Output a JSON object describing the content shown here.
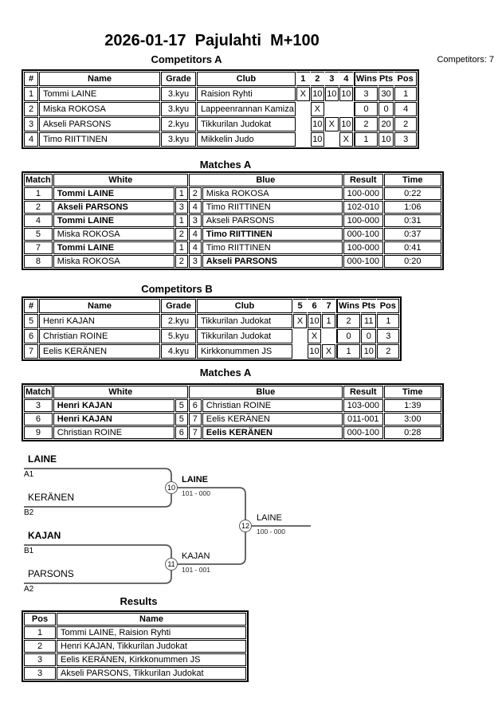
{
  "page": {
    "title": "2026-01-17  Pajulahti  M+100",
    "competitors_count_label": "Competitors: 7"
  },
  "competitors_a": {
    "heading": "Competitors A",
    "headers": [
      "#",
      "Name",
      "Grade",
      "Club",
      "1",
      "2",
      "3",
      "4",
      "Wins",
      "Pts",
      "Pos"
    ],
    "rows": [
      {
        "num": "1",
        "name": "Tommi LAINE",
        "grade": "3.kyu",
        "club": "Raision Ryhti",
        "cells": [
          "X",
          "10",
          "10",
          "10"
        ],
        "wins": "3",
        "pts": "30",
        "pos": "1"
      },
      {
        "num": "2",
        "name": "Miska ROKOSA",
        "grade": "3.kyu",
        "club": "Lappeenrannan Kamiza",
        "cells": [
          "",
          "X",
          "",
          ""
        ],
        "wins": "0",
        "pts": "0",
        "pos": "4"
      },
      {
        "num": "3",
        "name": "Akseli PARSONS",
        "grade": "2.kyu",
        "club": "Tikkurilan Judokat",
        "cells": [
          "",
          "10",
          "X",
          "10"
        ],
        "wins": "2",
        "pts": "20",
        "pos": "2"
      },
      {
        "num": "4",
        "name": "Timo RIITTINEN",
        "grade": "3.kyu",
        "club": "Mikkelin Judo",
        "cells": [
          "",
          "10",
          "",
          "X"
        ],
        "wins": "1",
        "pts": "10",
        "pos": "3"
      }
    ]
  },
  "matches_a": {
    "heading": "Matches A",
    "headers": [
      "Match",
      "White",
      "Blue",
      "Result",
      "Time"
    ],
    "rows": [
      {
        "match": "1",
        "white": "Tommi LAINE",
        "white_bold": true,
        "wn": "1",
        "bn": "2",
        "blue": "Miska ROKOSA",
        "blue_bold": false,
        "result": "100-000",
        "time": "0:22"
      },
      {
        "match": "2",
        "white": "Akseli PARSONS",
        "white_bold": true,
        "wn": "3",
        "bn": "4",
        "blue": "Timo RIITTINEN",
        "blue_bold": false,
        "result": "102-010",
        "time": "1:06"
      },
      {
        "match": "4",
        "white": "Tommi LAINE",
        "white_bold": true,
        "wn": "1",
        "bn": "3",
        "blue": "Akseli PARSONS",
        "blue_bold": false,
        "result": "100-000",
        "time": "0:31"
      },
      {
        "match": "5",
        "white": "Miska ROKOSA",
        "white_bold": false,
        "wn": "2",
        "bn": "4",
        "blue": "Timo RIITTINEN",
        "blue_bold": true,
        "result": "000-100",
        "time": "0:37"
      },
      {
        "match": "7",
        "white": "Tommi LAINE",
        "white_bold": true,
        "wn": "1",
        "bn": "4",
        "blue": "Timo RIITTINEN",
        "blue_bold": false,
        "result": "100-000",
        "time": "0:41"
      },
      {
        "match": "8",
        "white": "Miska ROKOSA",
        "white_bold": false,
        "wn": "2",
        "bn": "3",
        "blue": "Akseli PARSONS",
        "blue_bold": true,
        "result": "000-100",
        "time": "0:20"
      }
    ]
  },
  "competitors_b": {
    "heading": "Competitors B",
    "headers": [
      "#",
      "Name",
      "Grade",
      "Club",
      "5",
      "6",
      "7",
      "Wins",
      "Pts",
      "Pos"
    ],
    "rows": [
      {
        "num": "5",
        "name": "Henri KAJAN",
        "grade": "2.kyu",
        "club": "Tikkurilan Judokat",
        "cells": [
          "X",
          "10",
          "1"
        ],
        "wins": "2",
        "pts": "11",
        "pos": "1"
      },
      {
        "num": "6",
        "name": "Christian ROINE",
        "grade": "5.kyu",
        "club": "Tikkurilan Judokat",
        "cells": [
          "",
          "X",
          ""
        ],
        "wins": "0",
        "pts": "0",
        "pos": "3"
      },
      {
        "num": "7",
        "name": "Eelis KERÄNEN",
        "grade": "4.kyu",
        "club": "Kirkkonummen JS",
        "cells": [
          "",
          "10",
          "X"
        ],
        "wins": "1",
        "pts": "10",
        "pos": "2"
      }
    ]
  },
  "matches_b": {
    "heading": "Matches A",
    "headers": [
      "Match",
      "White",
      "Blue",
      "Result",
      "Time"
    ],
    "rows": [
      {
        "match": "3",
        "white": "Henri KAJAN",
        "white_bold": true,
        "wn": "5",
        "bn": "6",
        "blue": "Christian ROINE",
        "blue_bold": false,
        "result": "103-000",
        "time": "1:39"
      },
      {
        "match": "6",
        "white": "Henri KAJAN",
        "white_bold": true,
        "wn": "5",
        "bn": "7",
        "blue": "Eelis KERÄNEN",
        "blue_bold": false,
        "result": "011-001",
        "time": "3:00"
      },
      {
        "match": "9",
        "white": "Christian ROINE",
        "white_bold": false,
        "wn": "6",
        "bn": "7",
        "blue": "Eelis KERÄNEN",
        "blue_bold": true,
        "result": "000-100",
        "time": "0:28"
      }
    ]
  },
  "bracket": {
    "seeds": [
      {
        "name": "LAINE",
        "tag": "A1",
        "bold": true
      },
      {
        "name": "KERÄNEN",
        "tag": "B2",
        "bold": false
      },
      {
        "name": "KAJAN",
        "tag": "B1",
        "bold": true
      },
      {
        "name": "PARSONS",
        "tag": "A2",
        "bold": false
      }
    ],
    "nodes": [
      {
        "match_no": "10",
        "winner": "LAINE",
        "score": "101 - 000",
        "bold": true
      },
      {
        "match_no": "11",
        "winner": "KAJAN",
        "score": "101 - 001",
        "bold": false
      },
      {
        "match_no": "12",
        "winner": "LAINE",
        "score": "100 - 000",
        "bold": false
      }
    ],
    "line_color": "#58585a"
  },
  "results": {
    "heading": "Results",
    "headers": [
      "Pos",
      "Name"
    ],
    "rows": [
      {
        "pos": "1",
        "name": "Tommi LAINE, Raision Ryhti"
      },
      {
        "pos": "2",
        "name": "Henri KAJAN, Tikkurilan Judokat"
      },
      {
        "pos": "3",
        "name": "Eelis KERÄNEN, Kirkkonummen JS"
      },
      {
        "pos": "3",
        "name": "Akseli PARSONS, Tikkurilan Judokat"
      }
    ]
  }
}
